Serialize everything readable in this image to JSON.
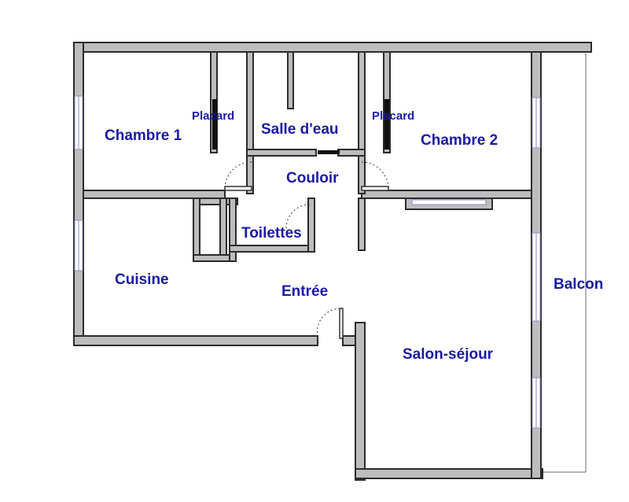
{
  "plan": {
    "rooms": {
      "chambre1": "Chambre 1",
      "placard_left": "Placard",
      "salle_eau": "Salle d'eau",
      "placard_right": "Placard",
      "chambre2": "Chambre 2",
      "couloir": "Couloir",
      "toilettes": "Toilettes",
      "cuisine": "Cuisine",
      "entree": "Entrée",
      "salon": "Salon-séjour",
      "balcon": "Balcon"
    },
    "colors": {
      "label": "#1a1aa6",
      "wall_fill": "#bdbdbd",
      "wall_stroke": "#2b2b2b"
    }
  }
}
